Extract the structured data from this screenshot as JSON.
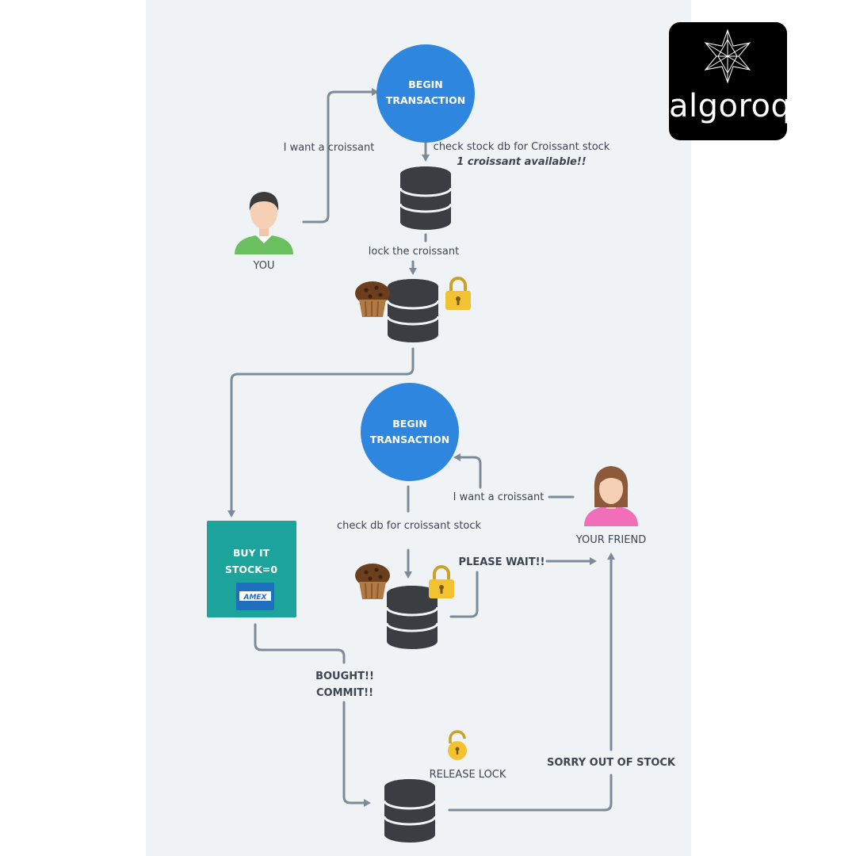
{
  "brand": {
    "logo_text": "algoroq"
  },
  "begin_transaction_1": {
    "line1": "BEGIN",
    "line2": "TRANSACTION"
  },
  "begin_transaction_2": {
    "line1": "BEGIN",
    "line2": "TRANSACTION"
  },
  "labels": {
    "want_croissant_you": "I want a croissant",
    "check_stock": "check stock db for Croissant stock",
    "available": "1 croissant available!!",
    "lock": "lock the croissant",
    "you": "YOU",
    "want_croissant_friend": "I want a croissant",
    "check_db": "check db for croissant stock",
    "your_friend": "YOUR FRIEND",
    "please_wait": "PLEASE WAIT!!",
    "bought": "BOUGHT!!",
    "commit": "COMMIT!!",
    "release_lock": "RELEASE LOCK",
    "sorry": "SORRY OUT OF STOCK"
  },
  "buy_box": {
    "line1": "BUY IT",
    "line2": "STOCK=0",
    "card": "AMEX"
  },
  "icons": [
    "person-you-icon",
    "person-friend-icon",
    "database-icon",
    "muffin-icon",
    "padlock-locked-icon",
    "padlock-unlocked-icon",
    "amex-card-icon"
  ],
  "colors": {
    "circle": "#2e86de",
    "buy_box": "#1ba39c",
    "arrow": "#7d8a98",
    "background": "#f0f3f6",
    "lock": "#f2c230",
    "muffin": "#8b5a2b"
  }
}
